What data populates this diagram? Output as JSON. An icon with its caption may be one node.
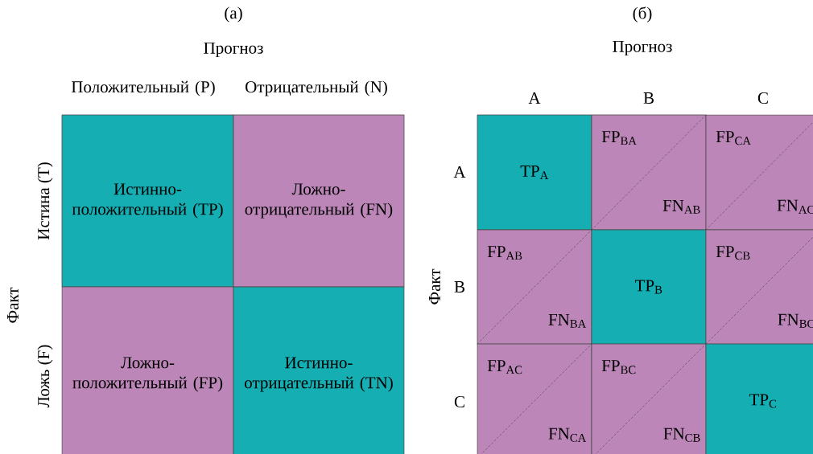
{
  "diagram": {
    "nodes": [
      {
        "text": [
          "Истинно- положительный (TP)"
        ]
      },
      {
        "text": [
          "Ложно- отрицательный (FN)"
        ]
      },
      {
        "text": [
          "Ложно- положительный (FP)"
        ]
      },
      {
        "text": [
          "Истинно- отрицательный (TN)"
        ]
      },
      {
        "text": [
          "TP$_{A}$"
        ]
      },
      {
        "text": [
          "FP$_{BA}$",
          "FN$_{AB}$"
        ]
      },
      {
        "text": [
          "FP$_{CA}$",
          "FN$_{AC}$"
        ]
      },
      {
        "text": [
          "FP$_{AB}$",
          "FN$_{BA}$"
        ]
      },
      {
        "text": [
          "TP$_{B}$"
        ]
      },
      {
        "text": [
          "FP$_{CB}$",
          "FN$_{BC}$"
        ]
      },
      {
        "text": [
          "FP$_{AC}$",
          "FN$_{CA}$"
        ]
      },
      {
        "text": [
          "FP$_{BC}$",
          "FN$_{CB}$"
        ]
      },
      {
        "text": [
          "TP$_{C}$"
        ]
      }
    ],
    "labels": [
      "(a)",
      "Прогноз",
      "Положительный (P)",
      "Отрицательный (N)",
      "Факт",
      "Истина (T)",
      "Ложь (F)",
      "(б)",
      "Прогноз",
      "A",
      "B",
      "C",
      "Факт",
      "A",
      "B",
      "C"
    ]
  }
}
